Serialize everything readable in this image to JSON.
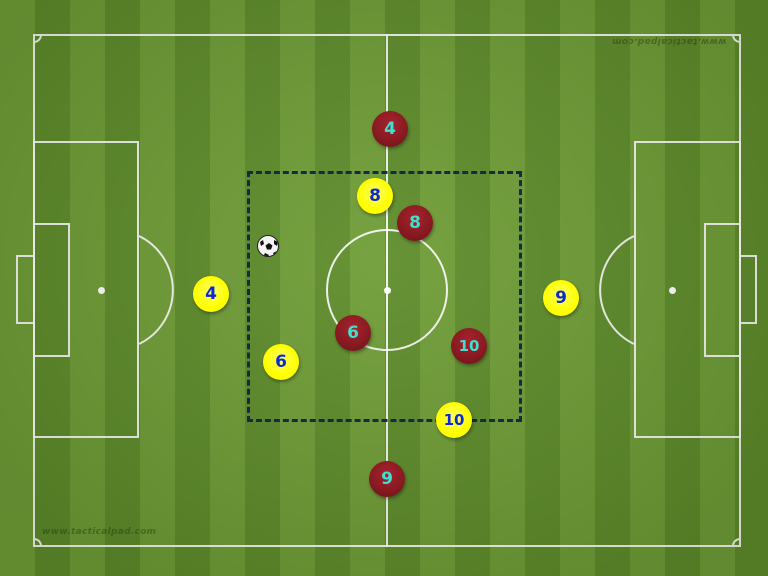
{
  "watermarks": {
    "top_right": "www.tacticalpad.com",
    "bottom_left": "www.tacticalpad.com"
  },
  "colors": {
    "home_team": "#ffff00",
    "home_number": "#0b2ad6",
    "away_team": "#8a1a22",
    "away_number": "#3ee0d0",
    "zone_border": "#152a45"
  },
  "players": {
    "away": [
      {
        "number": "4"
      },
      {
        "number": "8"
      },
      {
        "number": "6"
      },
      {
        "number": "10"
      },
      {
        "number": "9"
      }
    ],
    "home": [
      {
        "number": "8"
      },
      {
        "number": "4"
      },
      {
        "number": "6"
      },
      {
        "number": "9"
      },
      {
        "number": "10"
      }
    ]
  },
  "ball": {
    "icon": "soccer-ball-icon"
  }
}
